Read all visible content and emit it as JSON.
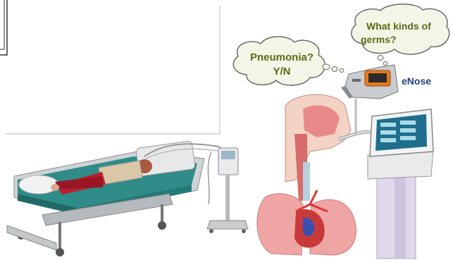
{
  "bubbles": {
    "pneumonia": {
      "line1": "Pneumonia?",
      "line2": "Y/N"
    },
    "germs": {
      "line1": "What kinds of",
      "line2": "germs?"
    }
  },
  "device": {
    "label": "eNose"
  },
  "colors": {
    "bubble_fill": "#f3f6e6",
    "bubble_stroke": "#6a6a6a",
    "bubble_text": "#5a6a18",
    "enose_label": "#1f3f7a",
    "bed_mattress": "#2f8c88",
    "patient_shirt": "#d9c7a8",
    "patient_pants": "#b81e2e",
    "tablet_screen": "#1f6e8e"
  }
}
